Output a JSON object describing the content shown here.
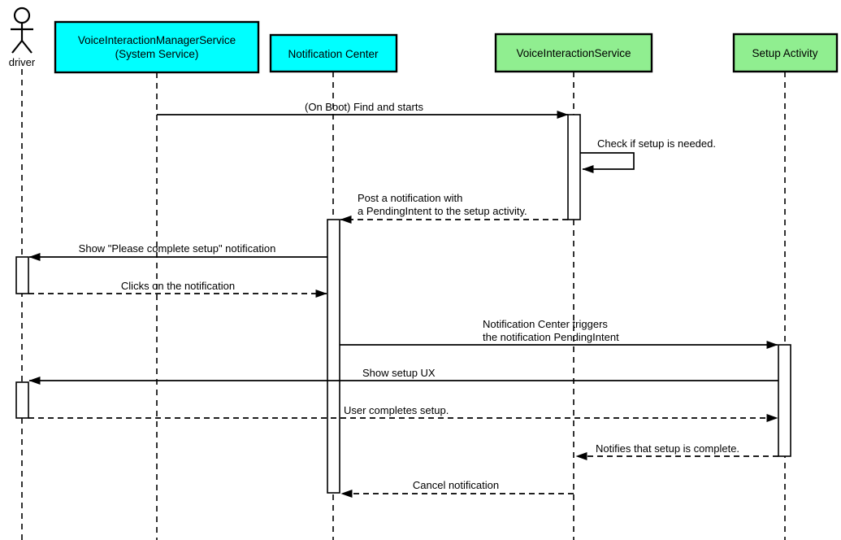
{
  "diagram": {
    "kind": "uml-sequence-diagram",
    "colors": {
      "system_participant": "#00FFFF",
      "app_participant": "#90EE90",
      "line": "#000000",
      "background": "#FFFFFF"
    },
    "actor": {
      "label": "driver"
    },
    "participants": [
      {
        "id": "voice-interaction-manager-service",
        "lines": [
          "VoiceInteractionManagerService",
          "(System Service)"
        ],
        "color": "#00FFFF"
      },
      {
        "id": "notification-center",
        "lines": [
          "Notification Center"
        ],
        "color": "#00FFFF"
      },
      {
        "id": "voice-interaction-service",
        "lines": [
          "VoiceInteractionService"
        ],
        "color": "#90EE90"
      },
      {
        "id": "setup-activity",
        "lines": [
          "Setup Activity"
        ],
        "color": "#90EE90"
      }
    ],
    "messages": [
      {
        "from": "VoiceInteractionManagerService",
        "to": "VoiceInteractionService",
        "style": "solid",
        "label": "(On Boot) Find and starts"
      },
      {
        "from": "VoiceInteractionService",
        "to": "VoiceInteractionService",
        "style": "self",
        "label": "Check if setup is needed."
      },
      {
        "from": "VoiceInteractionService",
        "to": "Notification Center",
        "style": "dashed",
        "lines": [
          "Post a notification with",
          "a PendingIntent to the setup activity."
        ]
      },
      {
        "from": "Notification Center",
        "to": "driver",
        "style": "solid",
        "label": "Show \"Please complete setup\" notification"
      },
      {
        "from": "driver",
        "to": "Notification Center",
        "style": "dashed",
        "label": "Clicks on the notification"
      },
      {
        "from": "Notification Center",
        "to": "Setup Activity",
        "style": "solid",
        "lines": [
          "Notification Center triggers",
          "the notification PendingIntent"
        ]
      },
      {
        "from": "Setup Activity",
        "to": "driver",
        "style": "solid",
        "label": "Show setup UX"
      },
      {
        "from": "driver",
        "to": "Setup Activity",
        "style": "dashed",
        "label": "User completes setup."
      },
      {
        "from": "Setup Activity",
        "to": "VoiceInteractionService",
        "style": "dashed",
        "label": "Notifies that setup is complete."
      },
      {
        "from": "VoiceInteractionService",
        "to": "Notification Center",
        "style": "dashed",
        "label": "Cancel notification"
      }
    ]
  }
}
